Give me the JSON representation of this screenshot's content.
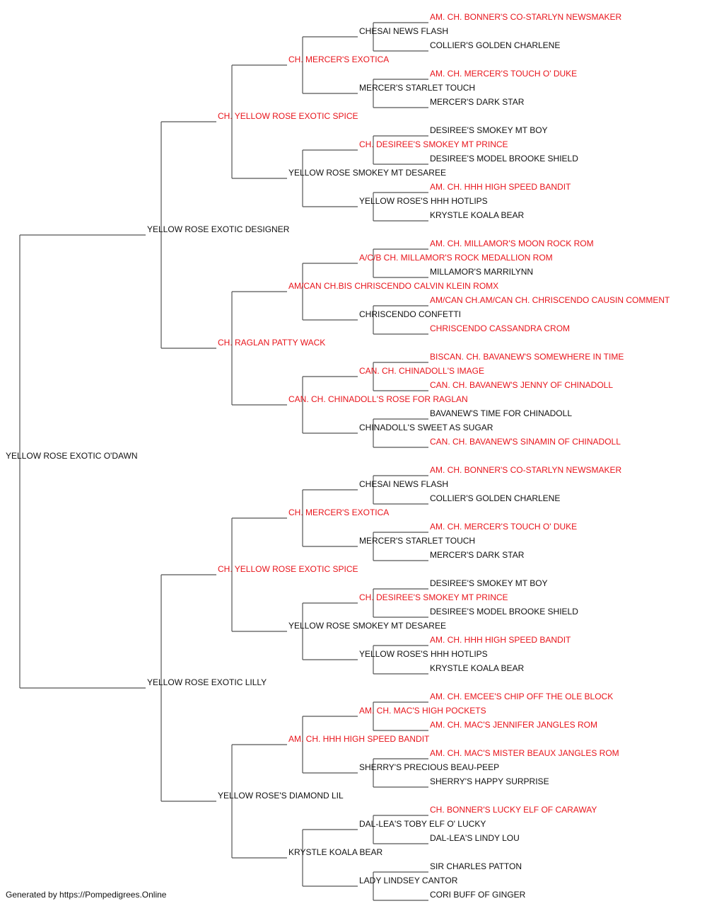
{
  "colors": {
    "champion": "#e8141b",
    "regular": "#111111",
    "line": "#555555"
  },
  "footer": "Generated by https://Pompedigrees.Online",
  "pedigree": {
    "name": "YELLOW ROSE EXOTIC O'DAWN",
    "champion": false,
    "sire": {
      "name": "YELLOW ROSE EXOTIC DESIGNER",
      "champion": false,
      "sire": {
        "name": "CH. YELLOW ROSE EXOTIC SPICE",
        "champion": true,
        "sire": {
          "name": "CH. MERCER'S EXOTICA",
          "champion": true,
          "sire": {
            "name": "CHESAI NEWS FLASH",
            "champion": false,
            "sire": {
              "name": "AM. CH. BONNER'S CO-STARLYN NEWSMAKER",
              "champion": true
            },
            "dam": {
              "name": "COLLIER'S GOLDEN CHARLENE",
              "champion": false
            }
          },
          "dam": {
            "name": "MERCER'S STARLET TOUCH",
            "champion": false,
            "sire": {
              "name": "AM. CH. MERCER'S TOUCH O' DUKE",
              "champion": true
            },
            "dam": {
              "name": "MERCER'S DARK STAR",
              "champion": false
            }
          }
        },
        "dam": {
          "name": "YELLOW ROSE SMOKEY MT DESAREE",
          "champion": false,
          "sire": {
            "name": "CH. DESIREE'S SMOKEY MT PRINCE",
            "champion": true,
            "sire": {
              "name": "DESIREE'S SMOKEY MT BOY",
              "champion": false
            },
            "dam": {
              "name": "DESIREE'S MODEL BROOKE SHIELD",
              "champion": false
            }
          },
          "dam": {
            "name": "YELLOW ROSE'S HHH HOTLIPS",
            "champion": false,
            "sire": {
              "name": "AM. CH. HHH HIGH SPEED BANDIT",
              "champion": true
            },
            "dam": {
              "name": "KRYSTLE KOALA BEAR",
              "champion": false
            }
          }
        }
      },
      "dam": {
        "name": "CH. RAGLAN PATTY WACK",
        "champion": true,
        "sire": {
          "name": "AM/CAN CH.BIS CHRISCENDO CALVIN KLEIN ROMX",
          "champion": true,
          "sire": {
            "name": "A/C/B CH. MILLAMOR'S ROCK MEDALLION ROM",
            "champion": true,
            "sire": {
              "name": "AM. CH. MILLAMOR'S MOON ROCK ROM",
              "champion": true
            },
            "dam": {
              "name": "MILLAMOR'S MARRILYNN",
              "champion": false
            }
          },
          "dam": {
            "name": "CHRISCENDO CONFETTI",
            "champion": false,
            "sire": {
              "name": "AM/CAN CH.AM/CAN CH. CHRISCENDO CAUSIN COMMENT",
              "champion": true
            },
            "dam": {
              "name": "CHRISCENDO CASSANDRA CROM",
              "champion": true
            }
          }
        },
        "dam": {
          "name": "CAN. CH. CHINADOLL'S ROSE FOR RAGLAN",
          "champion": true,
          "sire": {
            "name": "CAN. CH. CHINADOLL'S IMAGE",
            "champion": true,
            "sire": {
              "name": "BISCAN. CH. BAVANEW'S SOMEWHERE IN TIME",
              "champion": true
            },
            "dam": {
              "name": "CAN. CH. BAVANEW'S JENNY OF CHINADOLL",
              "champion": true
            }
          },
          "dam": {
            "name": "CHINADOLL'S SWEET AS SUGAR",
            "champion": false,
            "sire": {
              "name": "BAVANEW'S TIME FOR CHINADOLL",
              "champion": false
            },
            "dam": {
              "name": "CAN. CH. BAVANEW'S SINAMIN OF CHINADOLL",
              "champion": true
            }
          }
        }
      }
    },
    "dam": {
      "name": "YELLOW ROSE EXOTIC LILLY",
      "champion": false,
      "sire": {
        "name": "CH. YELLOW ROSE EXOTIC SPICE",
        "champion": true,
        "sire": {
          "name": "CH. MERCER'S EXOTICA",
          "champion": true,
          "sire": {
            "name": "CHESAI NEWS FLASH",
            "champion": false,
            "sire": {
              "name": "AM. CH. BONNER'S CO-STARLYN NEWSMAKER",
              "champion": true
            },
            "dam": {
              "name": "COLLIER'S GOLDEN CHARLENE",
              "champion": false
            }
          },
          "dam": {
            "name": "MERCER'S STARLET TOUCH",
            "champion": false,
            "sire": {
              "name": "AM. CH. MERCER'S TOUCH O' DUKE",
              "champion": true
            },
            "dam": {
              "name": "MERCER'S DARK STAR",
              "champion": false
            }
          }
        },
        "dam": {
          "name": "YELLOW ROSE SMOKEY MT DESAREE",
          "champion": false,
          "sire": {
            "name": "CH. DESIREE'S SMOKEY MT PRINCE",
            "champion": true,
            "sire": {
              "name": "DESIREE'S SMOKEY MT BOY",
              "champion": false
            },
            "dam": {
              "name": "DESIREE'S MODEL BROOKE SHIELD",
              "champion": false
            }
          },
          "dam": {
            "name": "YELLOW ROSE'S HHH HOTLIPS",
            "champion": false,
            "sire": {
              "name": "AM. CH. HHH HIGH SPEED BANDIT",
              "champion": true
            },
            "dam": {
              "name": "KRYSTLE KOALA BEAR",
              "champion": false
            }
          }
        }
      },
      "dam": {
        "name": "YELLOW ROSE'S DIAMOND LIL",
        "champion": false,
        "sire": {
          "name": "AM. CH. HHH HIGH SPEED BANDIT",
          "champion": true,
          "sire": {
            "name": "AM. CH. MAC'S HIGH POCKETS",
            "champion": true,
            "sire": {
              "name": "AM. CH. EMCEE'S CHIP OFF THE OLE BLOCK",
              "champion": true
            },
            "dam": {
              "name": "AM. CH. MAC'S JENNIFER JANGLES ROM",
              "champion": true
            }
          },
          "dam": {
            "name": "SHERRY'S PRECIOUS BEAU-PEEP",
            "champion": false,
            "sire": {
              "name": "AM. CH. MAC'S MISTER BEAUX JANGLES ROM",
              "champion": true
            },
            "dam": {
              "name": "SHERRY'S HAPPY SURPRISE",
              "champion": false
            }
          }
        },
        "dam": {
          "name": "KRYSTLE KOALA BEAR",
          "champion": false,
          "sire": {
            "name": "DAL-LEA'S TOBY ELF O' LUCKY",
            "champion": false,
            "sire": {
              "name": "CH. BONNER'S LUCKY ELF OF CARAWAY",
              "champion": true
            },
            "dam": {
              "name": "DAL-LEA'S LINDY LOU",
              "champion": false
            }
          },
          "dam": {
            "name": "LADY LINDSEY CANTOR",
            "champion": false,
            "sire": {
              "name": "SIR CHARLES PATTON",
              "champion": false
            },
            "dam": {
              "name": "CORI BUFF OF GINGER",
              "champion": false
            }
          }
        }
      }
    }
  }
}
